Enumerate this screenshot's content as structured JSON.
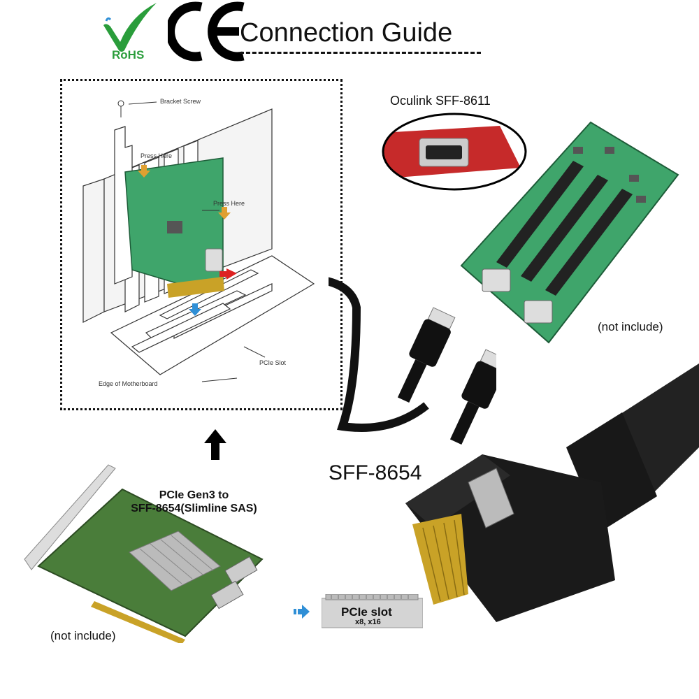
{
  "header": {
    "rohs_text": "RoHS",
    "title": "Connection Guide"
  },
  "diagram": {
    "labels": {
      "bracket_screw": "Bracket Screw",
      "press_here_1": "Press Here",
      "press_here_2": "Press Here",
      "pcie_slot": "PCIe Slot",
      "edge_motherboard": "Edge of Motherboard"
    }
  },
  "oculink": {
    "label": "Oculink SFF-8611"
  },
  "riser": {
    "note": "(not include)"
  },
  "cable": {
    "label": "SFF-8654"
  },
  "card": {
    "title_line1": "PCIe Gen3 to",
    "title_line2": "SFF-8654(Slimline SAS)",
    "note": "(not include)"
  },
  "slot_badge": {
    "title": "PCIe slot",
    "subtitle": "x8, x16"
  },
  "colors": {
    "pcb_green": "#3fa56b",
    "gold": "#c9a227",
    "rohs_green": "#2a9d3b",
    "arrow_blue": "#2f8fd6"
  }
}
